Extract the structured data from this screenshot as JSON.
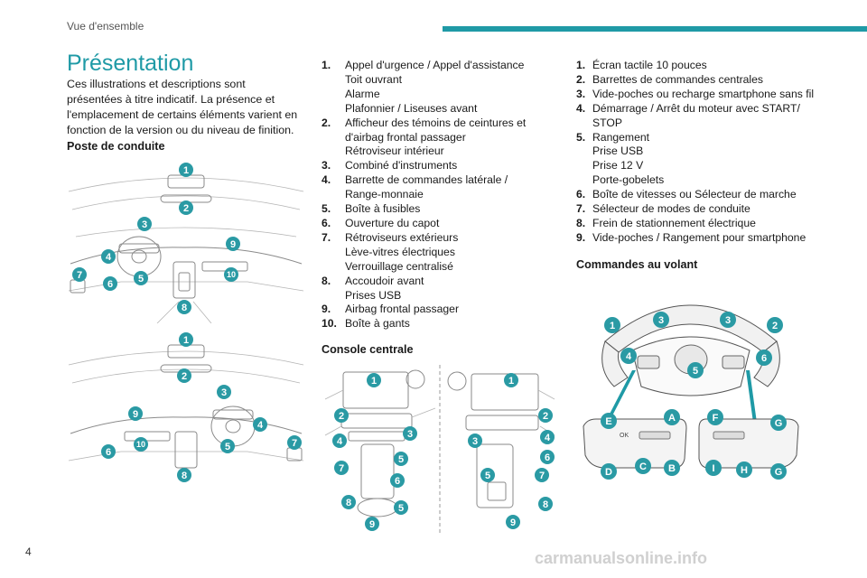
{
  "header": {
    "section": "Vue d'ensemble",
    "accent_color": "#1f9aa6"
  },
  "page_number": "4",
  "title": "Présentation",
  "intro": "Ces illustrations et descriptions sont présentées à titre indicatif. La présence et l'emplacement de certains éléments varient en fonction de la version ou du niveau de finition.",
  "poste": {
    "heading": "Poste de conduite",
    "fig1_badges": [
      "1",
      "2",
      "3",
      "4",
      "5",
      "6",
      "7",
      "8",
      "9",
      "10"
    ],
    "fig2_badges": [
      "1",
      "2",
      "3",
      "4",
      "5",
      "6",
      "7",
      "8",
      "9",
      "10"
    ],
    "items": [
      {
        "num": "1.",
        "lines": [
          "Appel d'urgence / Appel d'assistance",
          "Toit ouvrant",
          "Alarme",
          "Plafonnier / Liseuses avant"
        ]
      },
      {
        "num": "2.",
        "lines": [
          "Afficheur des témoins de ceintures et",
          "d'airbag frontal passager",
          "Rétroviseur intérieur"
        ]
      },
      {
        "num": "3.",
        "lines": [
          "Combiné d'instruments"
        ]
      },
      {
        "num": "4.",
        "lines": [
          "Barrette de commandes latérale /",
          "Range-monnaie"
        ]
      },
      {
        "num": "5.",
        "lines": [
          "Boîte à fusibles"
        ]
      },
      {
        "num": "6.",
        "lines": [
          "Ouverture du capot"
        ]
      },
      {
        "num": "7.",
        "lines": [
          "Rétroviseurs extérieurs",
          "Lève-vitres électriques",
          "Verrouillage centralisé"
        ]
      },
      {
        "num": "8.",
        "lines": [
          "Accoudoir avant",
          "Prises USB"
        ]
      },
      {
        "num": "9.",
        "lines": [
          "Airbag frontal passager"
        ]
      },
      {
        "num": "10.",
        "lines": [
          "Boîte à gants"
        ]
      }
    ]
  },
  "console": {
    "heading": "Console centrale",
    "left_badges": [
      "1",
      "2",
      "4",
      "3",
      "5",
      "7",
      "6",
      "8",
      "5",
      "9"
    ],
    "right_badges": [
      "1",
      "2",
      "3",
      "4",
      "6",
      "5",
      "7",
      "8",
      "9"
    ],
    "items": [
      {
        "num": "1.",
        "lines": [
          "Écran tactile 10 pouces"
        ]
      },
      {
        "num": "2.",
        "lines": [
          "Barrettes de commandes centrales"
        ]
      },
      {
        "num": "3.",
        "lines": [
          "Vide-poches ou recharge smartphone sans fil"
        ]
      },
      {
        "num": "4.",
        "lines": [
          "Démarrage / Arrêt du moteur avec START/",
          "STOP"
        ]
      },
      {
        "num": "5.",
        "lines": [
          "Rangement",
          "Prise USB",
          "Prise 12 V",
          "Porte-gobelets"
        ]
      },
      {
        "num": "6.",
        "lines": [
          "Boîte de vitesses ou Sélecteur de marche"
        ]
      },
      {
        "num": "7.",
        "lines": [
          "Sélecteur de modes de conduite"
        ]
      },
      {
        "num": "8.",
        "lines": [
          "Frein de stationnement électrique"
        ]
      },
      {
        "num": "9.",
        "lines": [
          "Vide-poches / Rangement pour smartphone"
        ]
      }
    ]
  },
  "volant": {
    "heading": "Commandes au volant",
    "wheel_badges": [
      "1",
      "3",
      "3",
      "2",
      "4",
      "6",
      "5"
    ],
    "left_pad_badges": [
      "E",
      "A",
      "OK",
      "D",
      "C",
      "B"
    ],
    "right_pad_badges": [
      "F",
      "G",
      "I",
      "H",
      "G"
    ]
  },
  "watermark": "carmanualsonline.info"
}
